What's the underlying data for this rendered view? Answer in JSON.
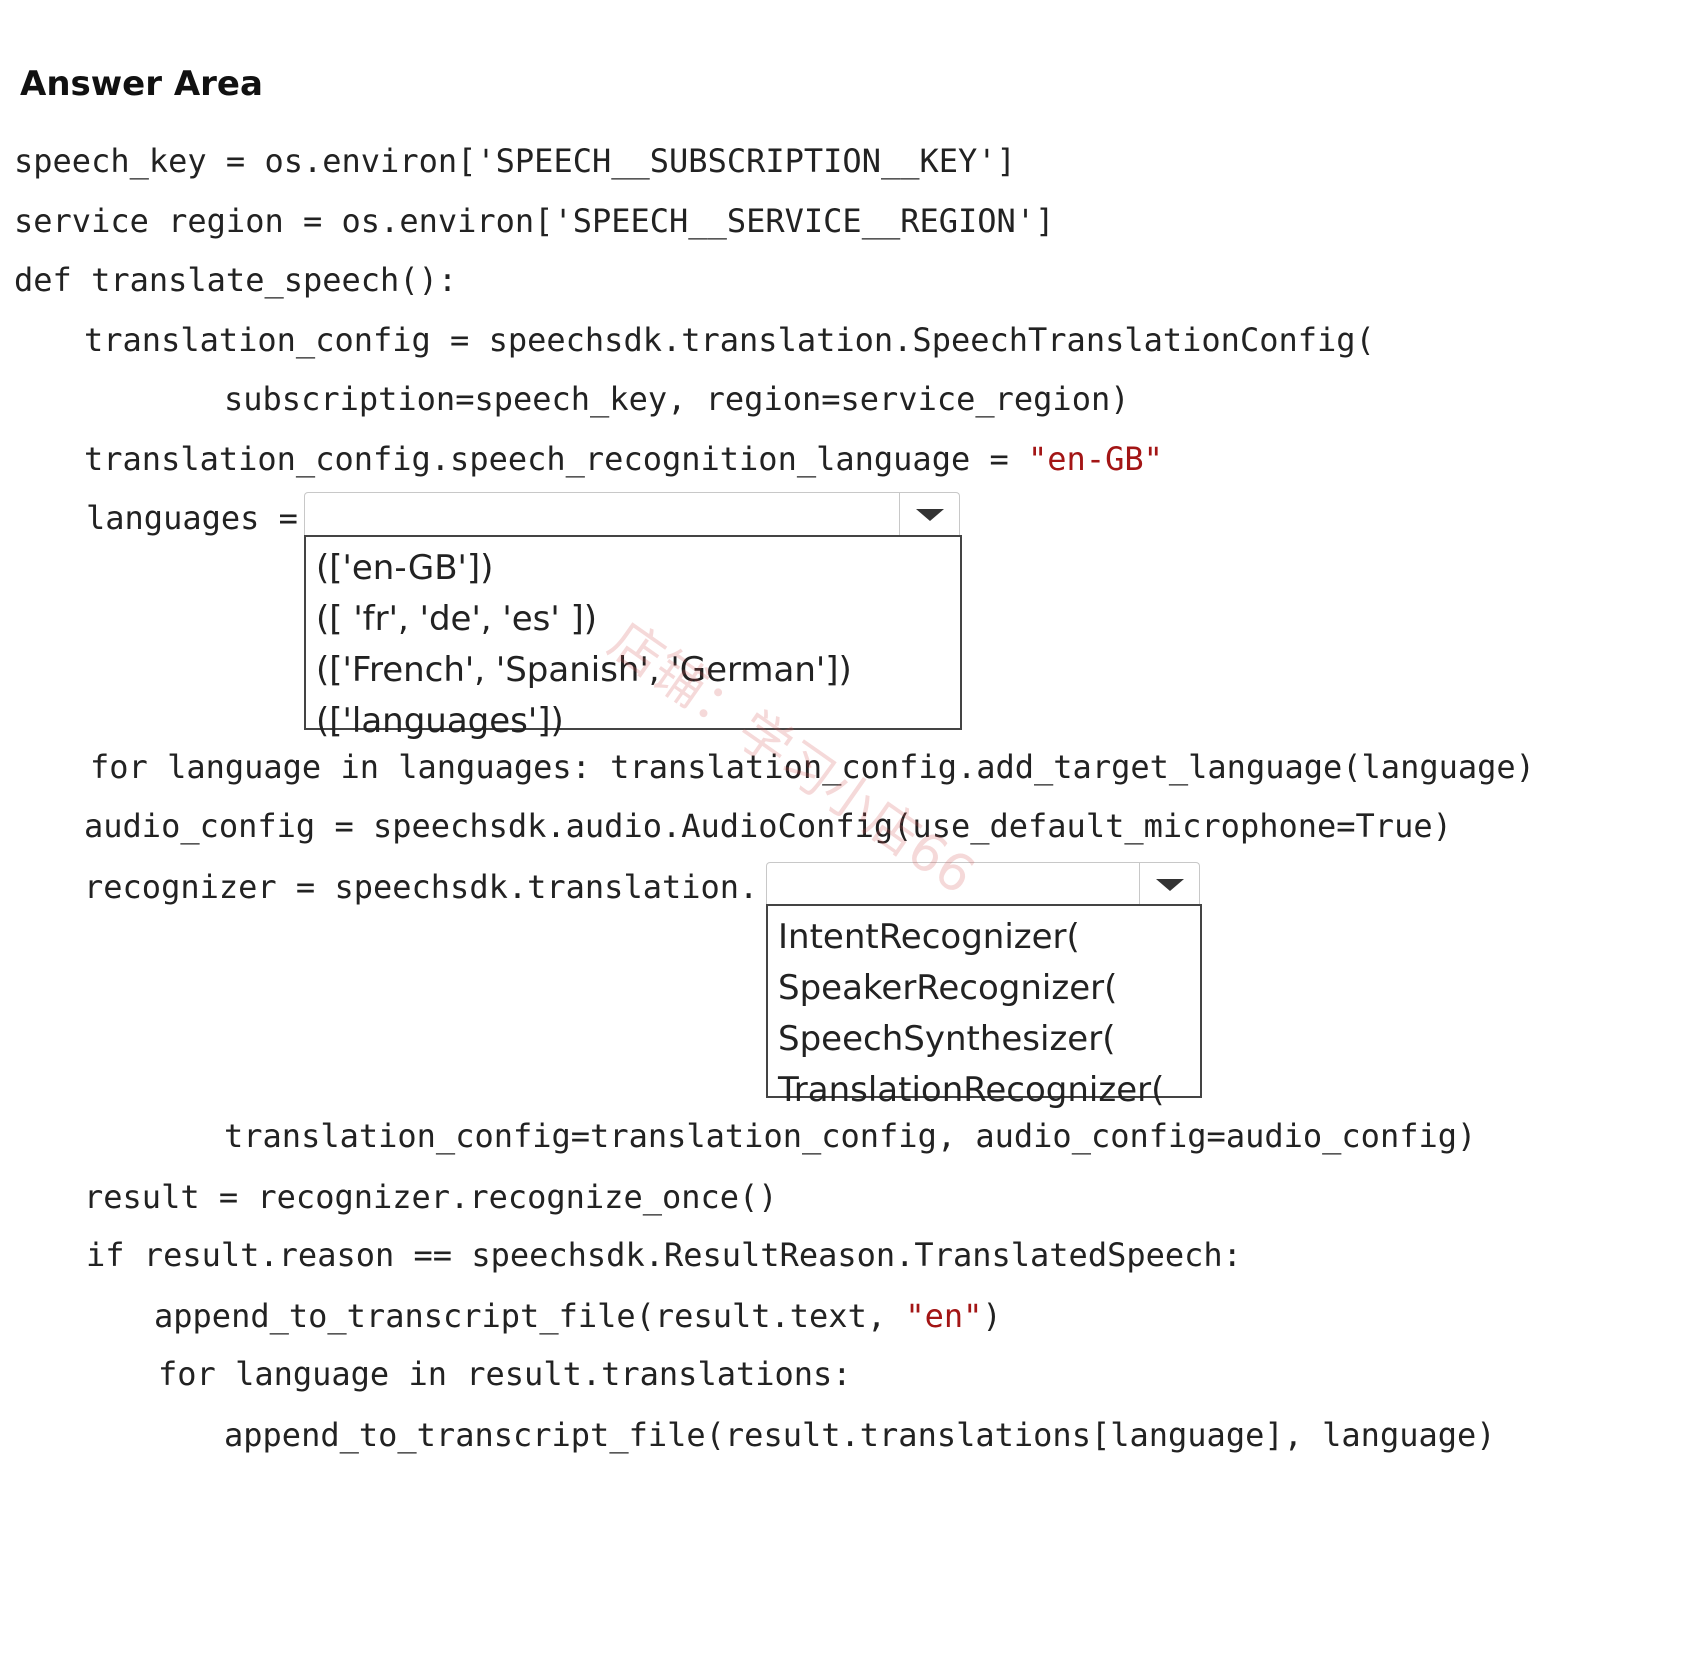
{
  "heading": "Answer Area",
  "code": {
    "line1": "speech_key = os.environ['SPEECH__SUBSCRIPTION__KEY']",
    "line2": "service region = os.environ['SPEECH__SERVICE__REGION']",
    "line3": "def translate_speech():",
    "line4": "translation_config = speechsdk.translation.SpeechTranslationConfig(",
    "line5": "subscription=speech_key, region=service_region)",
    "line6_code": "translation_config.speech_recognition_language = ",
    "line6_str": "\"en-GB\"",
    "line7": "languages =",
    "line8": "for language in languages: translation_config.add_target_language(language)",
    "line9": "audio_config = speechsdk.audio.AudioConfig(use_default_microphone=True)",
    "line10": "recognizer = speechsdk.translation.",
    "line11": "translation_config=translation_config, audio_config=audio_config)",
    "line12": "result = recognizer.recognize_once()",
    "line13": "if result.reason == speechsdk.ResultReason.TranslatedSpeech:",
    "line14_code": "append_to_transcript_file(result.text, ",
    "line14_str": "\"en\"",
    "line14_end": ")",
    "line15": "for language in result.translations:",
    "line16": "append_to_transcript_file(result.translations[language], language)"
  },
  "dropdown_languages": {
    "selected": "",
    "options": [
      "(['en-GB'])",
      "([ 'fr', 'de', 'es' ])",
      "(['French', 'Spanish', 'German'])",
      "(['languages'])"
    ]
  },
  "dropdown_recognizer": {
    "selected": "",
    "options": [
      "IntentRecognizer(",
      "SpeakerRecognizer(",
      "SpeechSynthesizer(",
      "TranslationRecognizer("
    ]
  },
  "watermark": "店铺：学习小店66",
  "colors": {
    "string": "#a31515",
    "text": "#222222",
    "watermark": "#d25050"
  }
}
